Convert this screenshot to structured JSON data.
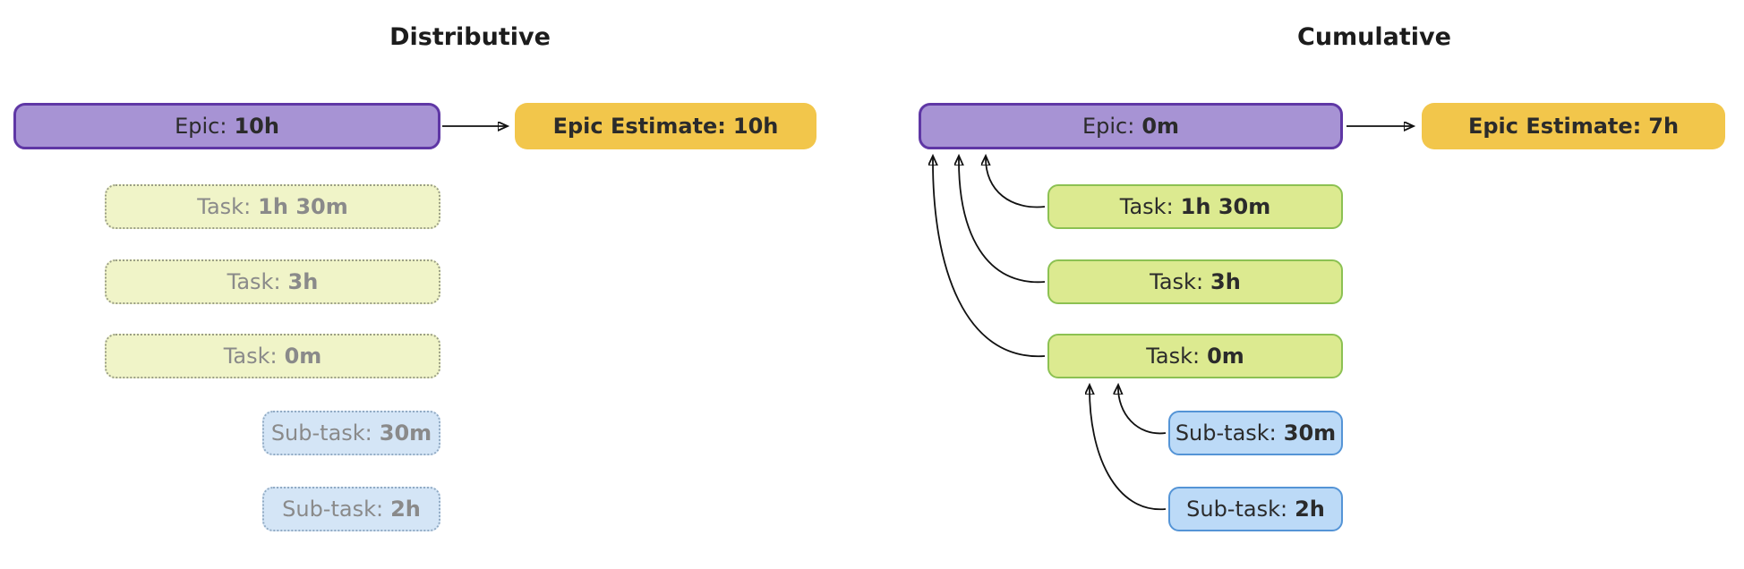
{
  "left_panel": {
    "title": "Distributive",
    "epic": {
      "label": "Epic:",
      "value": "10h"
    },
    "estimate": {
      "label": "Epic Estimate:",
      "value": "10h"
    },
    "tasks": [
      {
        "label": "Task:",
        "value": "1h 30m"
      },
      {
        "label": "Task:",
        "value": "3h"
      },
      {
        "label": "Task:",
        "value": "0m"
      }
    ],
    "subtasks": [
      {
        "label": "Sub-task:",
        "value": "30m"
      },
      {
        "label": "Sub-task:",
        "value": "2h"
      }
    ]
  },
  "right_panel": {
    "title": "Cumulative",
    "epic": {
      "label": "Epic:",
      "value": "0m"
    },
    "estimate": {
      "label": "Epic Estimate:",
      "value": "7h"
    },
    "tasks": [
      {
        "label": "Task:",
        "value": "1h 30m"
      },
      {
        "label": "Task:",
        "value": "3h"
      },
      {
        "label": "Task:",
        "value": "0m"
      }
    ],
    "subtasks": [
      {
        "label": "Sub-task:",
        "value": "30m"
      },
      {
        "label": "Sub-task:",
        "value": "2h"
      }
    ]
  },
  "colors": {
    "epic_fill": "#a793d4",
    "epic_border": "#5f37a5",
    "estimate_fill": "#f2c64b",
    "task_fill": "#dcea90",
    "task_border": "#8cc152",
    "subtask_fill": "#bcdaf7",
    "subtask_border": "#5494d6",
    "faded_task_fill": "#f0f4c8",
    "faded_task_border": "#9b9f86",
    "faded_subtask_fill": "#d4e5f6",
    "faded_subtask_border": "#92abc4",
    "faded_text": "#8a8a8a",
    "text": "#2b2b2b",
    "arrow": "#111111"
  }
}
